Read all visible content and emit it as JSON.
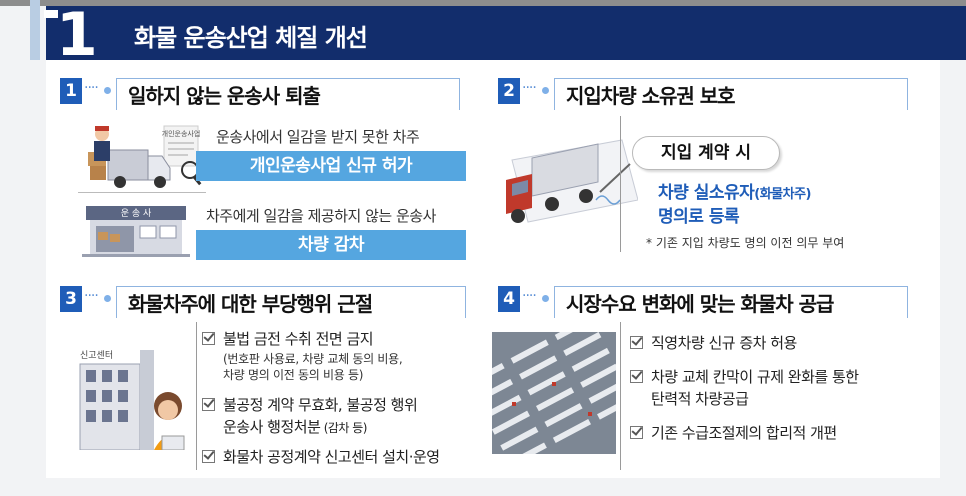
{
  "banner": {
    "number": "1",
    "title": "화물 운송산업 체질 개선"
  },
  "s1": {
    "num": "1",
    "dots": "····",
    "heading": "일하지 않는 운송사 퇴출",
    "illus1_label": "개인운송사업",
    "illus2_label": "운 송 사",
    "line1": "운송사에서 일감을 받지 못한 차주",
    "bar1": "개인운송사업 신규 허가",
    "line2": "차주에게 일감을 제공하지 않는 운송사",
    "bar2": "차량 감차"
  },
  "s2": {
    "num": "2",
    "dots": "····",
    "heading": "지입차량 소유권 보호",
    "pill": "지입 계약 시",
    "owner_line_a": "차량 실소유자",
    "owner_line_b": "(화물차주)",
    "owner_line2": "명의로 등록",
    "note": "* 기존 지입 차량도 명의 이전 의무 부여"
  },
  "s3": {
    "num": "3",
    "dots": "····",
    "heading": "화물차주에 대한 부당행위 근절",
    "illus_label": "신고센터",
    "items": [
      {
        "text": "불법 금전 수취 전면 금지"
      },
      {
        "sub1": "(번호판 사용료, 차량 교체 동의 비용,",
        "sub2": "차량 명의 이전 동의 비용 등)"
      },
      {
        "text": "불공정 계약 무효화, 불공정 행위",
        "text2": "운송사 행정처분",
        "small": " (감차 등)"
      },
      {
        "text": "화물차 공정계약 신고센터 설치·운영"
      }
    ]
  },
  "s4": {
    "num": "4",
    "dots": "····",
    "heading": "시장수요 변화에 맞는 화물차 공급",
    "items": [
      {
        "text": "직영차량 신규 증차 허용"
      },
      {
        "text": "차량 교체 칸막이 규제 완화를 통한",
        "text2": "탄력적 차량공급"
      },
      {
        "text": "기존 수급조절제의 합리적 개편"
      }
    ]
  },
  "colors": {
    "navy": "#122d6c",
    "blue": "#1f5db8",
    "lightblue": "#55a6e0"
  }
}
